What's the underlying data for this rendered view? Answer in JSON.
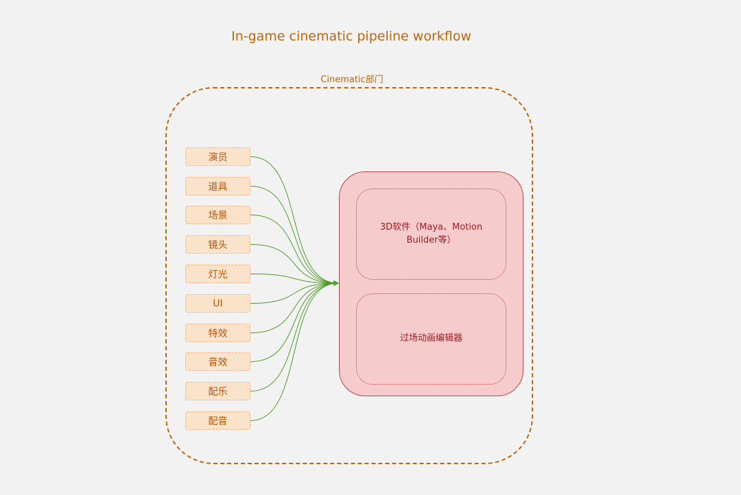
{
  "title": "In-game cinematic pipeline workflow",
  "department": {
    "label": "Cinematic部门"
  },
  "inputs": [
    "演员",
    "道具",
    "场景",
    "镜头",
    "灯光",
    "UI",
    "特效",
    "音效",
    "配乐",
    "配音"
  ],
  "tools": [
    "3D软件（Maya、Motion Builder等）",
    "过场动画编辑器"
  ],
  "colors": {
    "accent": "#c0650a",
    "input_fill": "#fbe3cb",
    "target_fill": "#f5cbcc",
    "target_stroke": "#b8464b",
    "connector": "#4e9a2a"
  }
}
